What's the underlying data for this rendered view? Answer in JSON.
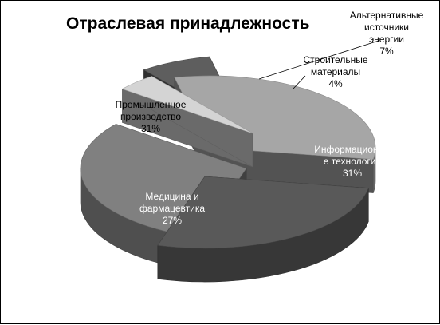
{
  "chart_data": {
    "type": "pie",
    "title": "Отраслевая принадлежность",
    "slices": [
      {
        "label_lines": [
          "Промышленное",
          "производство"
        ],
        "value": 31,
        "display": "31%",
        "color": "#a6a6a6"
      },
      {
        "label_lines": [
          "Медицина и",
          "фармацевтика"
        ],
        "value": 27,
        "display": "27%",
        "color": "#595959"
      },
      {
        "label_lines": [
          "Информационны",
          "е технологии"
        ],
        "value": 31,
        "display": "31%",
        "color": "#808080"
      },
      {
        "label_lines": [
          "Строительные",
          "материалы"
        ],
        "value": 4,
        "display": "4%",
        "color": "#d4d4d4"
      },
      {
        "label_lines": [
          "Альтернативные",
          "источники",
          "энергии"
        ],
        "value": 7,
        "display": "7%",
        "color": "#5e5e5e"
      }
    ],
    "legend": "none",
    "style": "3d-exploded"
  }
}
